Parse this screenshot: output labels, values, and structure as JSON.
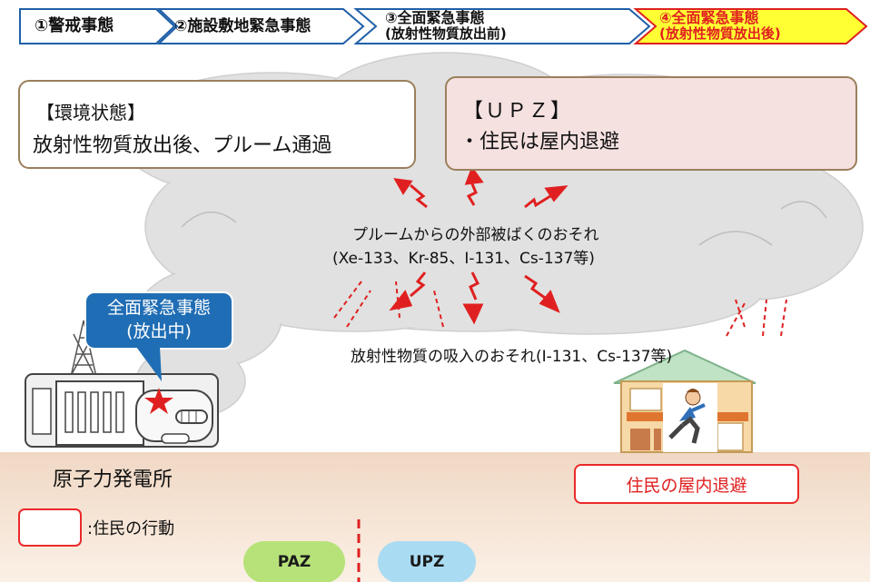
{
  "phases": [
    {
      "label": "①警戒事態",
      "line2": ""
    },
    {
      "label": "②施設敷地緊急事態",
      "line2": ""
    },
    {
      "label": "③全面緊急事態",
      "line2": "(放射性物質放出前)"
    },
    {
      "label": "④全面緊急事態",
      "line2": "(放射性物質放出後)"
    }
  ],
  "environment": {
    "title": "【環境状態】",
    "text": "放射性物質放出後、プルーム通過"
  },
  "upz_box": {
    "title": "【ＵＰＺ】",
    "text": "・住民は屋内退避"
  },
  "plume_risk": {
    "line1": "プルームからの外部被ばくのおそれ",
    "line2": "(Xe-133、Kr-85、I-131、Cs-137等)"
  },
  "inhalation_risk": "放射性物質の吸入のおそれ(I-131、Cs-137等)",
  "callout": {
    "line1": "全面緊急事態",
    "line2": "(放出中)"
  },
  "plant_label": "原子力発電所",
  "resident_action": "住民の屋内退避",
  "legend": {
    "text": ":住民の行動"
  },
  "zones": {
    "paz": "PAZ",
    "upz": "UPZ"
  },
  "colors": {
    "active_phase": "#ffff33",
    "active_phase_text": "#e02020",
    "callout": "#1f6db4",
    "alert": "#e02020",
    "paz": "#b7e27a",
    "upz": "#a9dbf2"
  }
}
